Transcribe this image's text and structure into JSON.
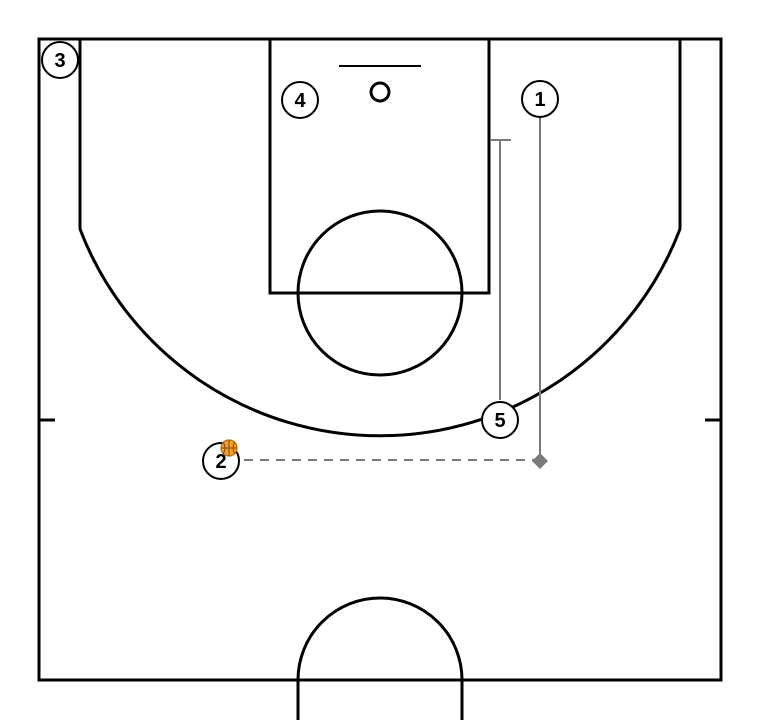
{
  "players": [
    {
      "id": "1",
      "label": "1",
      "has_ball": false
    },
    {
      "id": "2",
      "label": "2",
      "has_ball": true
    },
    {
      "id": "3",
      "label": "3",
      "has_ball": false
    },
    {
      "id": "4",
      "label": "4",
      "has_ball": false
    },
    {
      "id": "5",
      "label": "5",
      "has_ball": false
    }
  ],
  "actions": [
    {
      "type": "cut",
      "player": "1"
    },
    {
      "type": "screen",
      "player": "5"
    },
    {
      "type": "pass",
      "from": "2",
      "to": "1"
    }
  ],
  "colors": {
    "court_lines": "#000000",
    "movement_lines": "#7a7a7a",
    "ball": "#f0a02c"
  },
  "icons": {
    "ball": "basketball-icon",
    "basket": "rim-icon",
    "backboard": "backboard-icon"
  }
}
